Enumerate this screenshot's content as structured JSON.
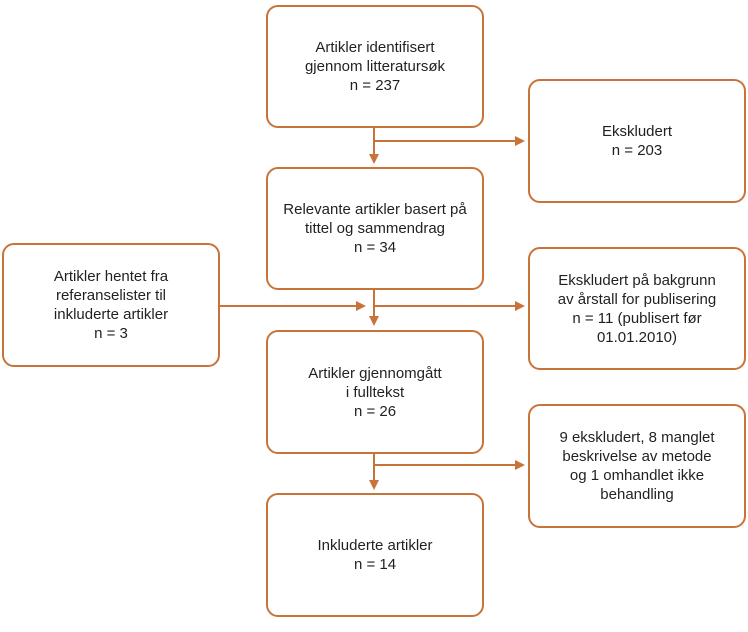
{
  "colors": {
    "stroke": "#c8733a",
    "text": "#231f20",
    "background": "#ffffff"
  },
  "boxes": {
    "identified": {
      "lines": [
        "Artikler identifisert",
        "gjennom litteratursøk",
        "n = 237"
      ]
    },
    "excluded_1": {
      "lines": [
        "Ekskludert",
        "n = 203"
      ]
    },
    "relevant": {
      "lines": [
        "Relevante artikler basert på",
        "tittel og sammendrag",
        "n = 34"
      ]
    },
    "references": {
      "lines": [
        "Artikler hentet fra",
        "referanselister til",
        "inkluderte artikler",
        "n = 3"
      ]
    },
    "excluded_2": {
      "lines": [
        "Ekskludert på bakgrunn",
        "av årstall for publisering",
        "n = 11 (publisert før",
        "01.01.2010)"
      ]
    },
    "fulltext": {
      "lines": [
        "Artikler gjennomgått",
        "i fulltekst",
        "n = 26"
      ]
    },
    "excluded_3": {
      "lines": [
        "9 ekskludert, 8 manglet",
        "beskrivelse av metode",
        "og 1 omhandlet ikke",
        "behandling"
      ]
    },
    "included": {
      "lines": [
        "Inkluderte artikler",
        "n = 14"
      ]
    }
  }
}
